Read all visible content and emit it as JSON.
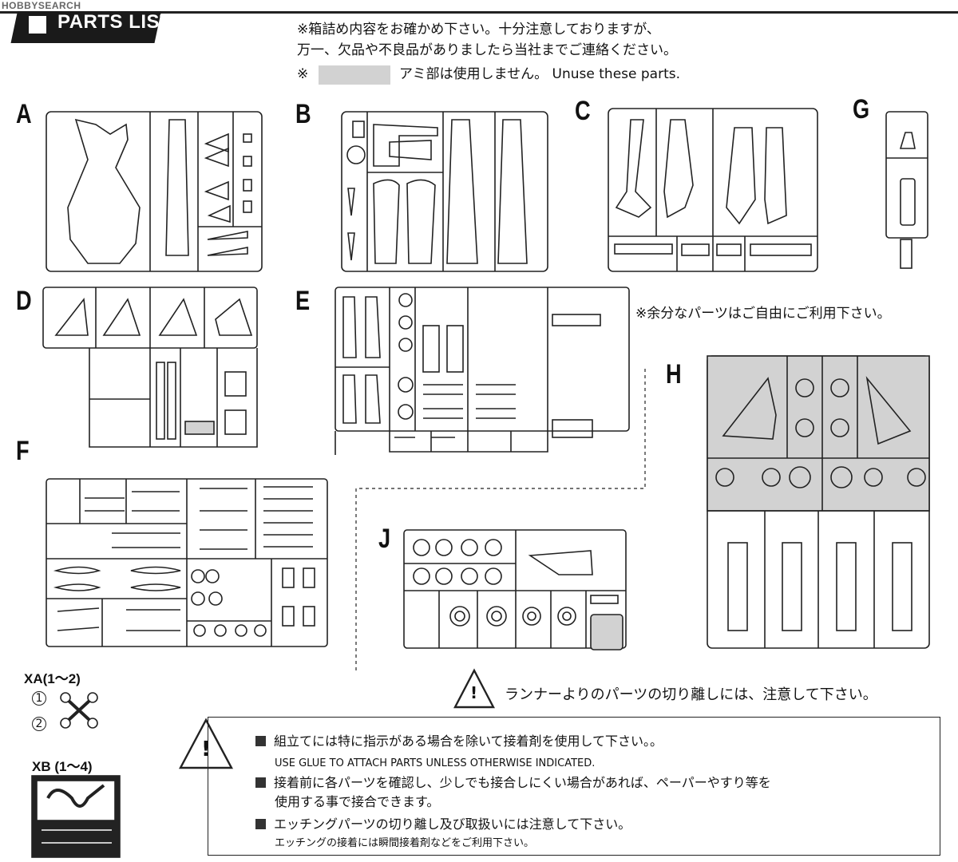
{
  "header": {
    "logo": "HOBBYSEARCH",
    "title": "PARTS LIST"
  },
  "notes": {
    "line1": "※箱詰め内容をお確かめ下さい。十分注意しておりますが、",
    "line2": "万一、欠品や不良品がありましたら当社までご連絡ください。",
    "unuse_mark": "※",
    "unuse_text": "アミ部は使用しません。 Unuse these parts.",
    "spare_parts": "※余分なパーツはご自由にご利用下さい。"
  },
  "sprues": {
    "A": "A",
    "B": "B",
    "C": "C",
    "G": "G",
    "D": "D",
    "E": "E",
    "F": "F",
    "H": "H",
    "J": "J"
  },
  "etching": {
    "xa_label": "XA(1～2)",
    "xa_num1": "1",
    "xa_num2": "2",
    "xb_label": "XB (1～4)"
  },
  "warning": {
    "runner_caution": "ランナーよりのパーツの切り離しには、注意して下さい。",
    "item1": "組立てには特に指示がある場合を除いて接着剤を使用して下さい。。",
    "item1_en": "USE GLUE TO ATTACH PARTS UNLESS OTHERWISE INDICATED.",
    "item2_line1": "接着前に各パーツを確認し、少しでも接合しにくい場合があれば、ペーパーやすり等を",
    "item2_line2": "使用する事で接合できます。",
    "item3": "エッチングパーツの切り離し及び取扱いには注意して下さい。",
    "item3_sub": "エッチングの接着には瞬間接着剤などをご利用下さい。"
  },
  "colors": {
    "line": "#222222",
    "shaded": "#d2d2d2",
    "header_bg": "#1a1a1a"
  }
}
